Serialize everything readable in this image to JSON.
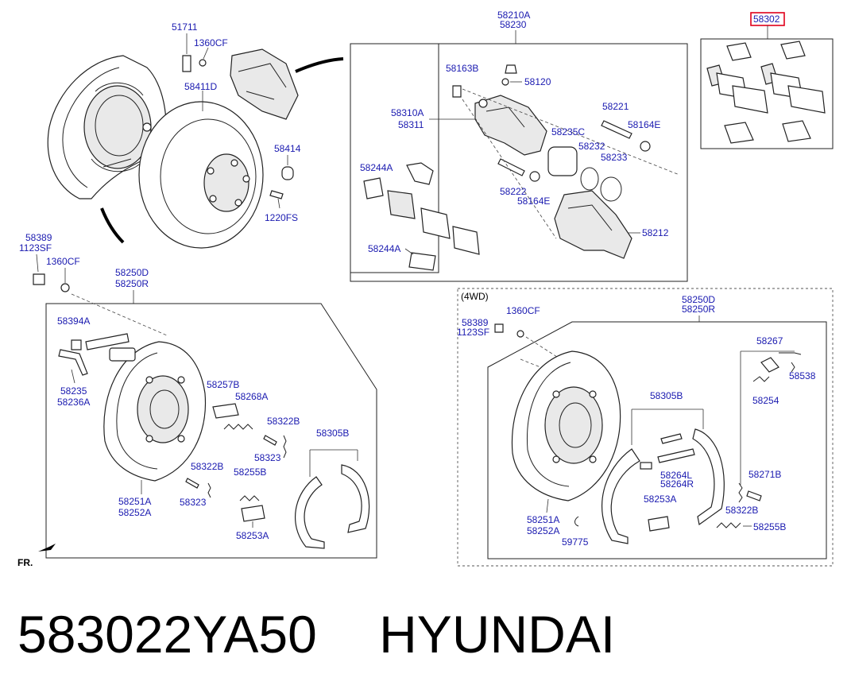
{
  "colors": {
    "label": "#1a1ab0",
    "highlight": "#e0001a",
    "line": "#222222"
  },
  "labels": {
    "l51711": "51711",
    "l1360cf_top": "1360CF",
    "l58411d": "58411D",
    "l58414": "58414",
    "l1220fs": "1220FS",
    "l58389_left": "58389",
    "l1123sf_left": "1123SF",
    "l1360cf_left": "1360CF",
    "l58210a": "58210A",
    "l58230": "58230",
    "l58302": "58302",
    "l58163b": "58163B",
    "l58120": "58120",
    "l58310a": "58310A",
    "l58311": "58311",
    "l58221": "58221",
    "l58164e_top": "58164E",
    "l58235c": "58235C",
    "l58232": "58232",
    "l58233": "58233",
    "l58244a_top": "58244A",
    "l58222": "58222",
    "l58164e_bottom": "58164E",
    "l58212": "58212",
    "l58244a_bottom": "58244A",
    "l58250d_left": "58250D",
    "l58250r_left": "58250R",
    "l58394a": "58394A",
    "l58235": "58235",
    "l58236a": "58236A",
    "l58257b": "58257B",
    "l58268a": "58268A",
    "l58322b_a": "58322B",
    "l58323_a": "58323",
    "l58305b_left": "58305B",
    "l58322b_b": "58322B",
    "l58323_b": "58323",
    "l58255b_left": "58255B",
    "l58251a_left": "58251A",
    "l58252a_left": "58252A",
    "l58253a_left": "58253A",
    "fr": "FR.",
    "l4wd": "(4WD)",
    "l1360cf_right": "1360CF",
    "l58389_right": "58389",
    "l1123sf_right": "1123SF",
    "l58250d_right": "58250D",
    "l58250r_right": "58250R",
    "l58267": "58267",
    "l58538": "58538",
    "l58254": "58254",
    "l58305b_right": "58305B",
    "l58271b": "58271B",
    "l58264l": "58264L",
    "l58264r": "58264R",
    "l58253a_right": "58253A",
    "l58322b_right": "58322B",
    "l58251a_right": "58251A",
    "l58252a_right": "58252A",
    "l58255b_right": "58255B",
    "l59775": "59775"
  },
  "caption": {
    "part_number": "583022YA50",
    "brand": "HYUNDAI"
  }
}
